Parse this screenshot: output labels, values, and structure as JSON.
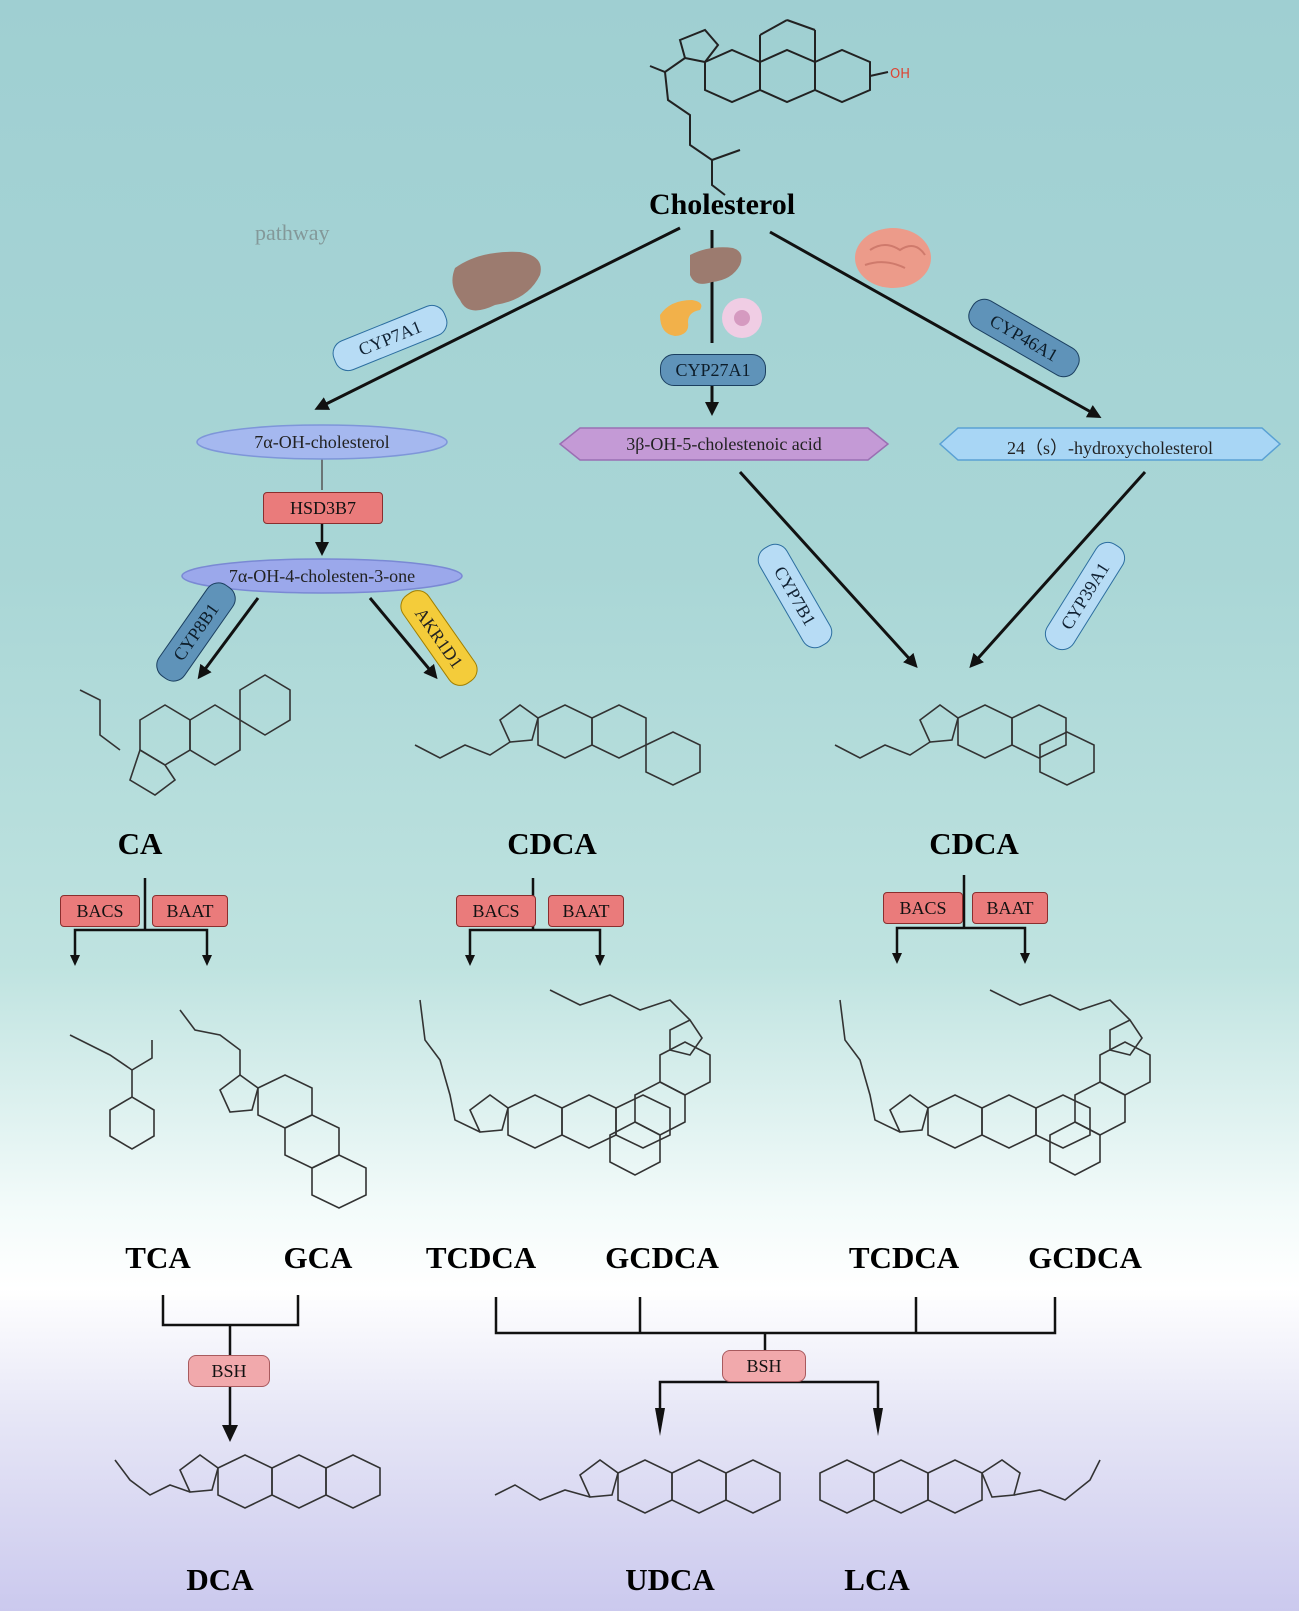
{
  "title": "Cholesterol",
  "watermark": "pathway",
  "enzymes": {
    "cyp7a1": "CYP7A1",
    "cyp27a1": "CYP27A1",
    "cyp46a1": "CYP46A1",
    "hsd3b7": "HSD3B7",
    "cyp8b1": "CYP8B1",
    "akr1d1": "AKR1D1",
    "cyp7b1": "CYP7B1",
    "cyp39a1": "CYP39A1",
    "bacs": "BACS",
    "baat": "BAAT",
    "bsh": "BSH"
  },
  "intermediates": {
    "oh_chol": "7α-OH-cholesterol",
    "oh_cholestenone": "7α-OH-4-cholesten-3-one",
    "cholestenoic": "3β-OH-5-cholestenoic acid",
    "hydroxychol": "24（s）-hydroxycholesterol"
  },
  "acids": {
    "ca": "CA",
    "cdca_1": "CDCA",
    "cdca_2": "CDCA",
    "tca": "TCA",
    "gca": "GCA",
    "tcdca_1": "TCDCA",
    "gcdca_1": "GCDCA",
    "tcdca_2": "TCDCA",
    "gcdca_2": "GCDCA",
    "dca": "DCA",
    "udca": "UDCA",
    "lca": "LCA"
  },
  "colors": {
    "enzyme_blue": "#b7dcf5",
    "enzyme_dark_blue": "#5f93b9",
    "enzyme_yellow": "#f4cc3a",
    "enzyme_red": "#ea7b7b",
    "enzyme_pink": "#f1a9ac",
    "node_blue": "#9fb4ef",
    "node_purple": "#c49ad6",
    "node_light_blue": "#a8d6f5"
  },
  "icons": [
    "liver-icon",
    "liver-icon",
    "pancreas-icon",
    "cell-icon",
    "brain-icon",
    "molecule-structure"
  ]
}
